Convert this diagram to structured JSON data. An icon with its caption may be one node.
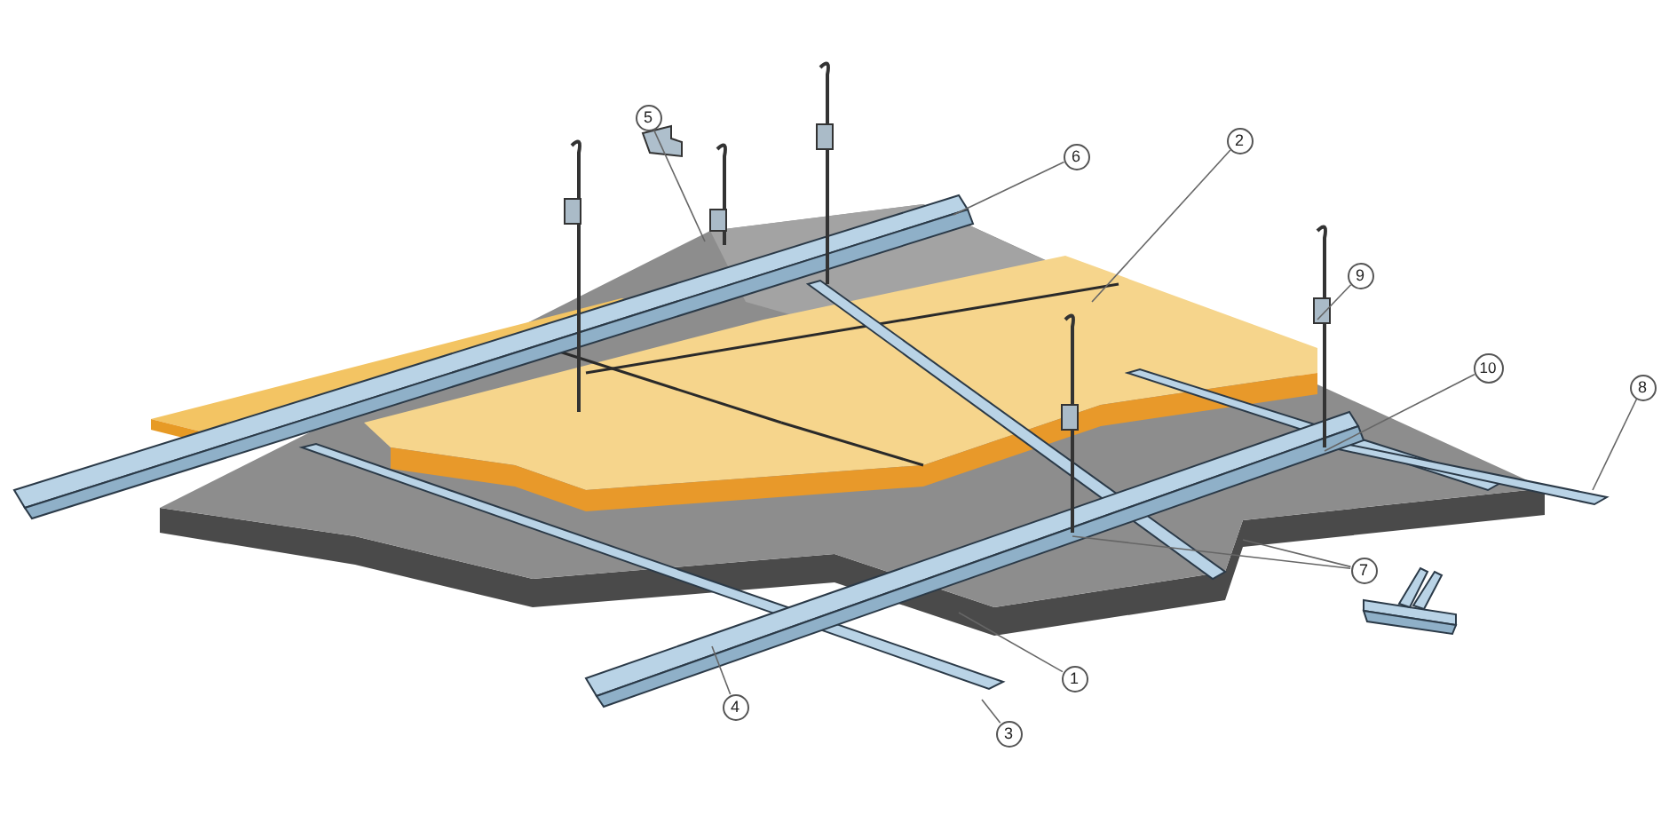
{
  "diagram": {
    "nodes": [
      {
        "text": [
          "5"
        ]
      },
      {
        "text": [
          "2"
        ]
      },
      {
        "text": [
          "6"
        ]
      },
      {
        "text": [
          "9"
        ]
      },
      {
        "text": [
          "10"
        ]
      },
      {
        "text": [
          "8"
        ]
      },
      {
        "text": [
          "7"
        ]
      },
      {
        "text": [
          "1"
        ]
      },
      {
        "text": [
          "4"
        ]
      },
      {
        "text": [
          "3"
        ]
      }
    ],
    "edges": [
      {
        "from": 0,
        "to": null,
        "arrow": "none"
      },
      {
        "from": 1,
        "to": null,
        "arrow": "none"
      },
      {
        "from": 2,
        "to": null,
        "arrow": "none"
      },
      {
        "from": 3,
        "to": null,
        "arrow": "none"
      },
      {
        "from": 4,
        "to": null,
        "arrow": "none"
      },
      {
        "from": 5,
        "to": null,
        "arrow": "none"
      },
      {
        "from": 6,
        "to": null,
        "arrow": "none"
      },
      {
        "from": 6,
        "to": null,
        "arrow": "none"
      },
      {
        "from": 7,
        "to": null,
        "arrow": "none"
      },
      {
        "from": 8,
        "to": null,
        "arrow": "none"
      },
      {
        "from": 9,
        "to": null,
        "arrow": "none"
      }
    ]
  }
}
